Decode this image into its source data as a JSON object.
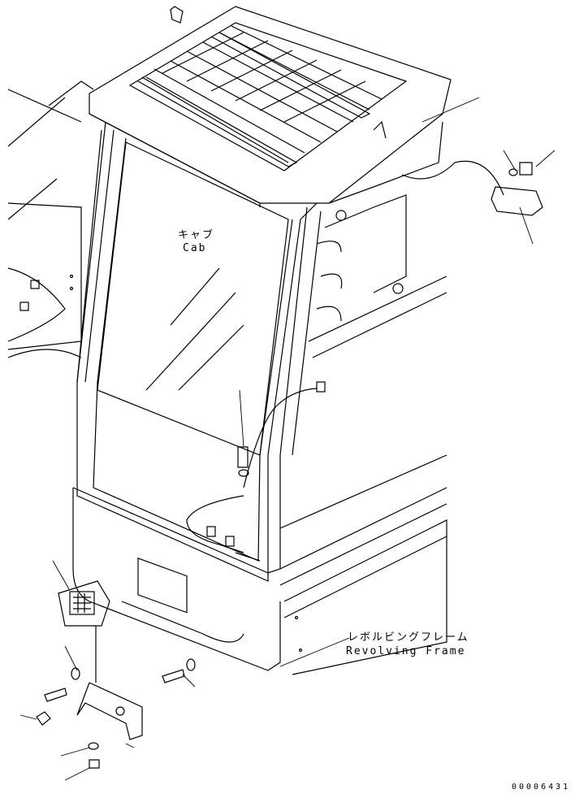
{
  "diagram": {
    "labels": {
      "cab_jp": "キャブ",
      "cab_en": "Cab",
      "frame_jp": "レボルビングフレーム",
      "frame_en": "Revolving Frame"
    },
    "drawing_number": "00006431"
  }
}
